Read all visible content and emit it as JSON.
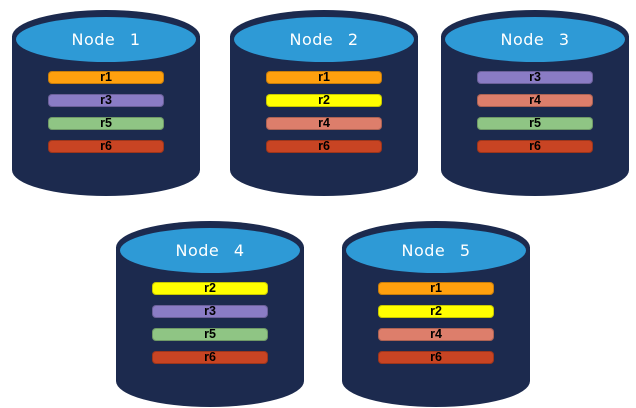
{
  "colors": {
    "cylinder_body": "#1C2A4E",
    "cylinder_top": "#2E9AD6",
    "title_text": "#FFFFFF",
    "bar_text": "#000000"
  },
  "replica_colors": {
    "r1": "#FFA00E",
    "r2": "#FFFF00",
    "r3": "#8A7CC5",
    "r4": "#DD7E6B",
    "r5": "#8FC584",
    "r6": "#C84423"
  },
  "nodes": [
    {
      "title": "Node 1",
      "replicas": [
        "r1",
        "r3",
        "r5",
        "r6"
      ]
    },
    {
      "title": "Node 2",
      "replicas": [
        "r1",
        "r2",
        "r4",
        "r6"
      ]
    },
    {
      "title": "Node 3",
      "replicas": [
        "r3",
        "r4",
        "r5",
        "r6"
      ]
    },
    {
      "title": "Node 4",
      "replicas": [
        "r2",
        "r3",
        "r5",
        "r6"
      ]
    },
    {
      "title": "Node 5",
      "replicas": [
        "r1",
        "r2",
        "r4",
        "r6"
      ]
    }
  ]
}
